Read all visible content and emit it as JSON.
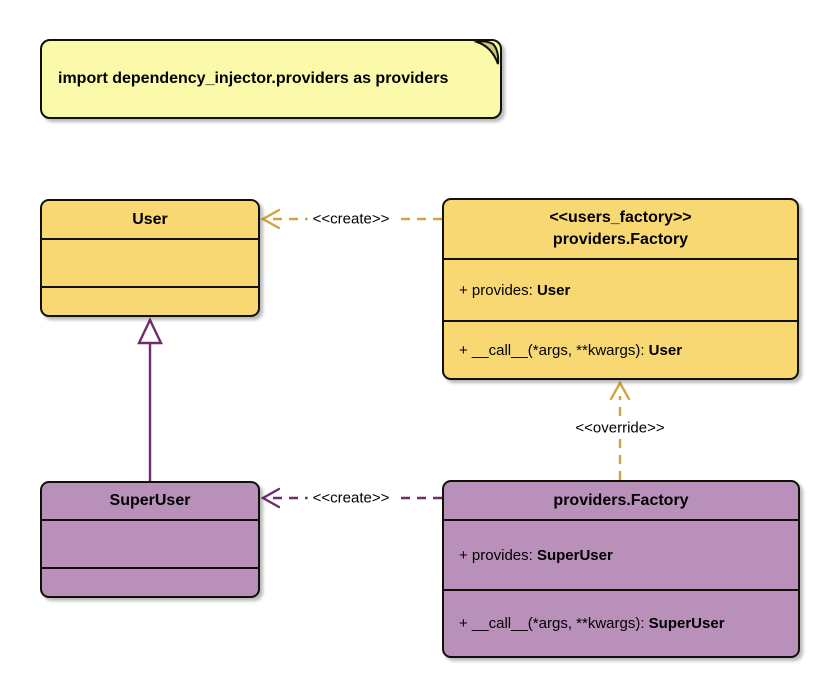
{
  "diagram": {
    "note": {
      "text": "import dependency_injector.providers as providers"
    },
    "classes": {
      "user": {
        "title": "User"
      },
      "users_factory": {
        "stereotype": "<<users_factory>>",
        "title": "providers.Factory",
        "provides_label": "+ provides: ",
        "provides_type": "User",
        "call_label": "+ __call__(*args, **kwargs): ",
        "call_type": "User"
      },
      "super_user": {
        "title": "SuperUser"
      },
      "super_users_factory": {
        "title": "providers.Factory",
        "provides_label": "+ provides: ",
        "provides_type": "SuperUser",
        "call_label": "+ __call__(*args, **kwargs): ",
        "call_type": "SuperUser"
      }
    },
    "edges": {
      "user_create_label": "<<create>>",
      "super_user_create_label": "<<create>>",
      "override_label": "<<override>>"
    },
    "colors": {
      "class_yellow": "#F8D873",
      "class_purple": "#B890BA",
      "note_yellow": "#FAFAAA",
      "note_fold": "#C9C97E",
      "arrow_gold": "#D2A53C",
      "arrow_purple": "#6E2D6E",
      "border_black": "#111108",
      "label_text": "#000000"
    }
  }
}
